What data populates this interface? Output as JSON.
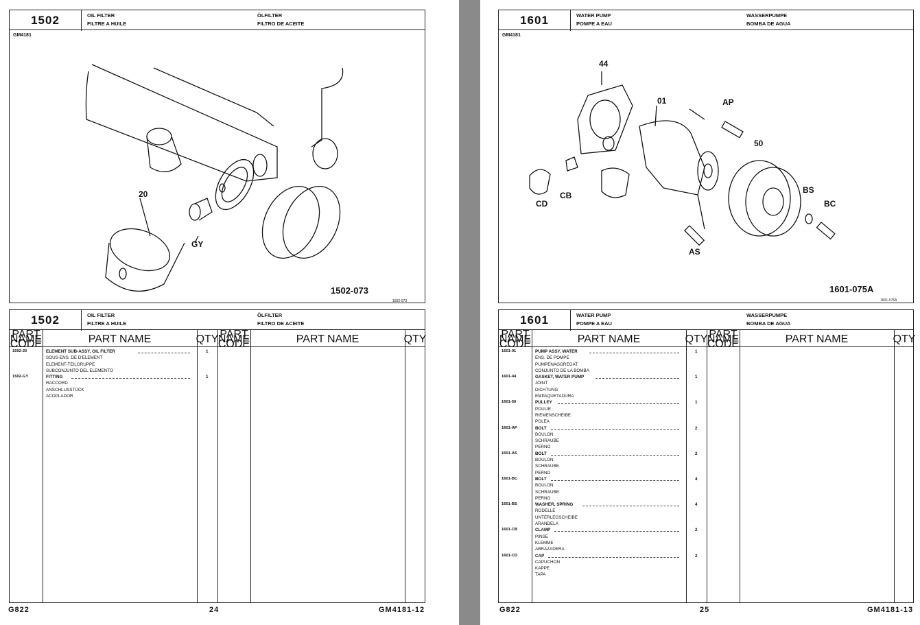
{
  "pages": [
    {
      "section": "1502",
      "title_en": "OIL FILTER",
      "title_fr": "FILTRE A HUILE",
      "title_de": "ÖLFILTER",
      "title_es": "FILTRO DE ACEITE",
      "model": "GM4181",
      "figure_ref": "1502-073",
      "figure_ref_small": "1502-073",
      "callouts": [
        "20",
        "GY"
      ],
      "col_code": "PART NAME CODE",
      "col_name": "PART NAME",
      "col_qty": "QTY",
      "parts": [
        {
          "code": "1502-20",
          "names": [
            "ELEMENT SUB-ASSY, OIL FILTER",
            "SOUS-ENS. DE D'ELEMENT",
            "ELEMENT-TEILGRUPPE",
            "SUBCONJUNTO DEL ELEMENTO"
          ],
          "qty": "1"
        },
        {
          "code": "1502-GY",
          "names": [
            "FITTING",
            "RACCORD",
            "ANSCHLUSSTÜCK",
            "ACOPLADOR"
          ],
          "qty": "1"
        }
      ],
      "footer_left": "G822",
      "footer_page": "24",
      "footer_right": "GM4181-12"
    },
    {
      "section": "1601",
      "title_en": "WATER PUMP",
      "title_fr": "POMPE A EAU",
      "title_de": "WASSERPUMPE",
      "title_es": "BOMBA DE AGUA",
      "model": "GM4181",
      "figure_ref": "1601-075A",
      "figure_ref_small": "1601-075A",
      "callouts": [
        "44",
        "01",
        "AP",
        "50",
        "CD",
        "CB",
        "BS",
        "BC",
        "AS"
      ],
      "col_code": "PART NAME CODE",
      "col_name": "PART NAME",
      "col_qty": "QTY",
      "parts": [
        {
          "code": "1601-01",
          "names": [
            "PUMP ASSY, WATER",
            "ENS. DE POMPE",
            "PUMPENAGGREGAT",
            "CONJUNTO DE LA BOMBA"
          ],
          "qty": "1"
        },
        {
          "code": "1601-44",
          "names": [
            "GASKET, WATER PUMP",
            "JOINT",
            "DICHTUNG",
            "EMPAQUETADURA"
          ],
          "qty": "1"
        },
        {
          "code": "1601-50",
          "names": [
            "PULLEY",
            "POULIE",
            "RIEMENSCHEIBE",
            "POLEA"
          ],
          "qty": "1"
        },
        {
          "code": "1601-AP",
          "names": [
            "BOLT",
            "BOULON",
            "SCHRAUBE",
            "PERNO"
          ],
          "qty": "2"
        },
        {
          "code": "1601-AS",
          "names": [
            "BOLT",
            "BOULON",
            "SCHRAUBE",
            "PERNO"
          ],
          "qty": "2"
        },
        {
          "code": "1601-BC",
          "names": [
            "BOLT",
            "BOULON",
            "SCHRAUBE",
            "PERNO"
          ],
          "qty": "4"
        },
        {
          "code": "1601-BS",
          "names": [
            "WASHER, SPRING",
            "RODELLE",
            "UNTERLEGSCHEIBE",
            "ARANDELA"
          ],
          "qty": "4"
        },
        {
          "code": "1601-CB",
          "names": [
            "CLAMP",
            "PINSE",
            "KLEMME",
            "ABRAZADERA"
          ],
          "qty": "2"
        },
        {
          "code": "1601-CD",
          "names": [
            "CAP",
            "CAPUCHON",
            "KAPPE",
            "TAPA"
          ],
          "qty": "2"
        }
      ],
      "footer_left": "G822",
      "footer_page": "25",
      "footer_right": "GM4181-13"
    }
  ]
}
